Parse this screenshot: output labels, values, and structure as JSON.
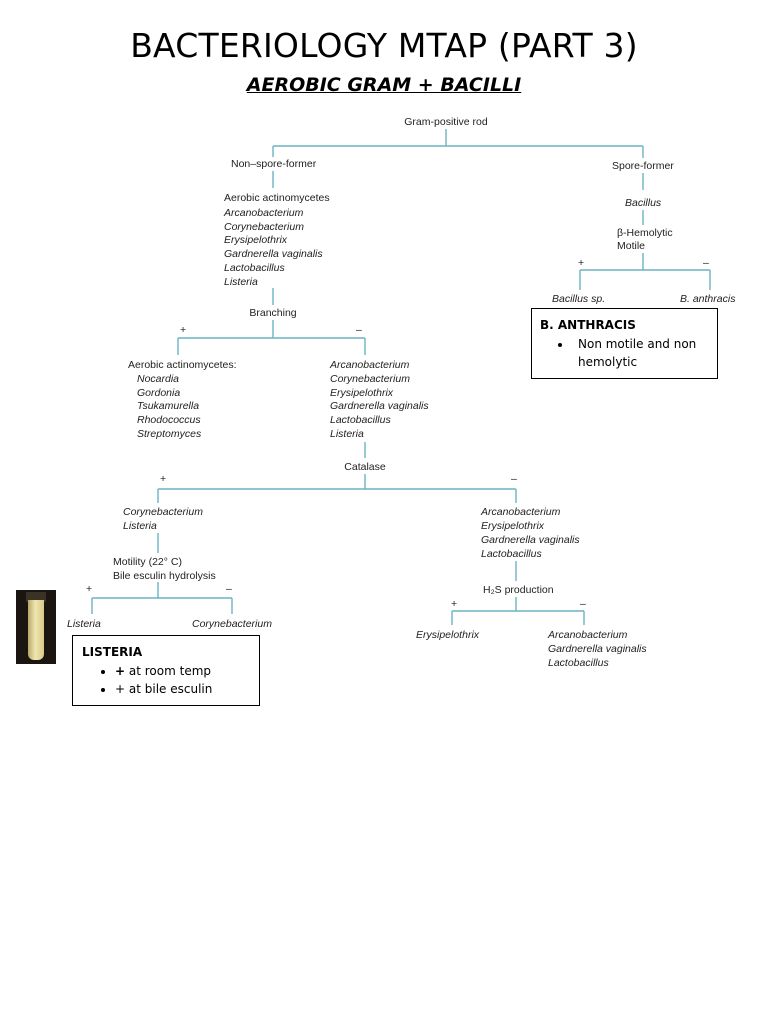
{
  "title": "BACTERIOLOGY MTAP (PART 3)",
  "subtitle": "AEROBIC GRAM + BACILLI",
  "flowchart": {
    "root": "Gram-positive rod",
    "non_spore": "Non–spore-former",
    "spore": "Spore-former",
    "bacillus": "Bacillus",
    "hemolytic": "β-Hemolytic",
    "motile": "Motile",
    "plus": "+",
    "minus": "–",
    "bacillus_sp": "Bacillus sp.",
    "b_anthracis": "B. anthracis",
    "group1_head": "Aerobic actinomycetes",
    "group1_items": [
      "Arcanobacterium",
      "Corynebacterium",
      "Erysipelothrix",
      "Gardnerella vaginalis",
      "Lactobacillus",
      "Listeria"
    ],
    "branching": "Branching",
    "actino_head": "Aerobic actinomycetes:",
    "actino_items": [
      "Nocardia",
      "Gordonia",
      "Tsukamurella",
      "Rhodococcus",
      "Streptomyces"
    ],
    "nonbranch_items": [
      "Arcanobacterium",
      "Corynebacterium",
      "Erysipelothrix",
      "Gardnerella vaginalis",
      "Lactobacillus",
      "Listeria"
    ],
    "catalase": "Catalase",
    "cat_pos_items": [
      "Corynebacterium",
      "Listeria"
    ],
    "cat_neg_items": [
      "Arcanobacterium",
      "Erysipelothrix",
      "Gardnerella vaginalis",
      "Lactobacillus"
    ],
    "motility": "Motility (22° C)",
    "bile": "Bile esculin hydrolysis",
    "listeria": "Listeria",
    "corynebacterium": "Corynebacterium",
    "h2s": "H₂S production",
    "erysipelothrix": "Erysipelothrix",
    "h2s_neg_items": [
      "Arcanobacterium",
      "Gardnerella vaginalis",
      "Lactobacillus"
    ]
  },
  "anthracis_box": {
    "heading": "B. ANTHRACIS",
    "items": [
      "Non motile and non hemolytic"
    ]
  },
  "listeria_box": {
    "heading": "LISTERIA",
    "item1_bold": "+",
    "item1_text": " at room temp",
    "item2": "+ at bile esculin"
  },
  "colors": {
    "connector": "#6bb3c4"
  }
}
